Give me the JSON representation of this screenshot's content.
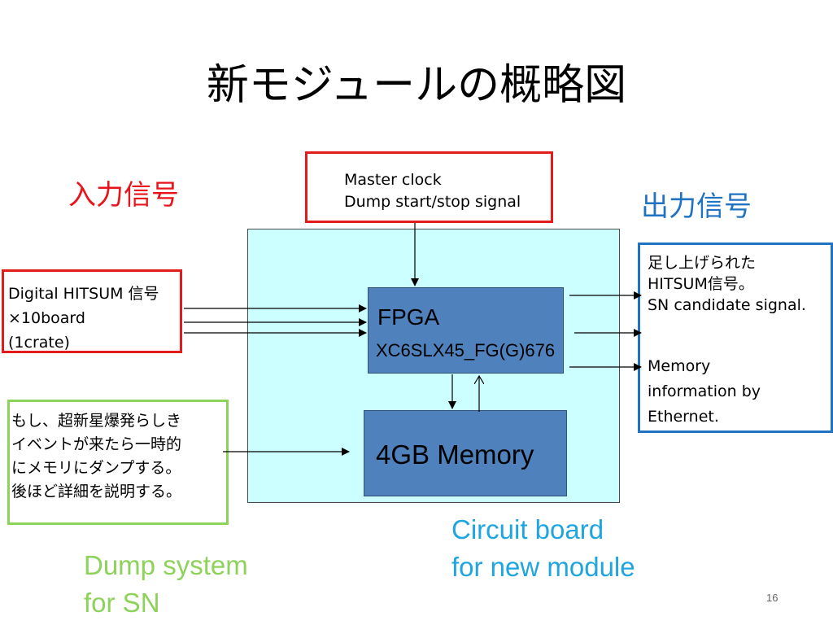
{
  "title": "新モジュールの概略図",
  "input_label": "入力信号",
  "output_label": "出力信号",
  "clock_box": {
    "line1": "Master clock",
    "line2": "Dump start/stop signal"
  },
  "hitsum_box": {
    "line1": "Digital HITSUM 信号",
    "line2": "×10board",
    "line3": "(1crate)"
  },
  "supernova_box": {
    "lines": [
      "もし、超新星爆発らしき",
      "イベントが来たら一時的",
      "にメモリにダンプする。",
      "後ほど詳細を説明する。"
    ]
  },
  "output_box": {
    "line1": "足し上げられた",
    "line2": "HITSUM信号。",
    "line3": "SN candidate signal.",
    "line4": "Memory",
    "line5": "information by",
    "line6": "Ethernet."
  },
  "fpga": {
    "name": "FPGA",
    "part": "XC6SLX45_FG(G)676"
  },
  "memory": {
    "name": "4GB Memory"
  },
  "circuit_label": {
    "line1": "Circuit board",
    "line2": "for new module"
  },
  "dump_label": {
    "line1": "Dump system",
    "line2": "for SN"
  },
  "page_number": "16",
  "colors": {
    "red": "#e21b1b",
    "blue": "#1f73c2",
    "green": "#8dd25a",
    "cyan_text": "#1fa5e0",
    "board_fill": "#ccffff",
    "chip_fill": "#4f81bd"
  }
}
